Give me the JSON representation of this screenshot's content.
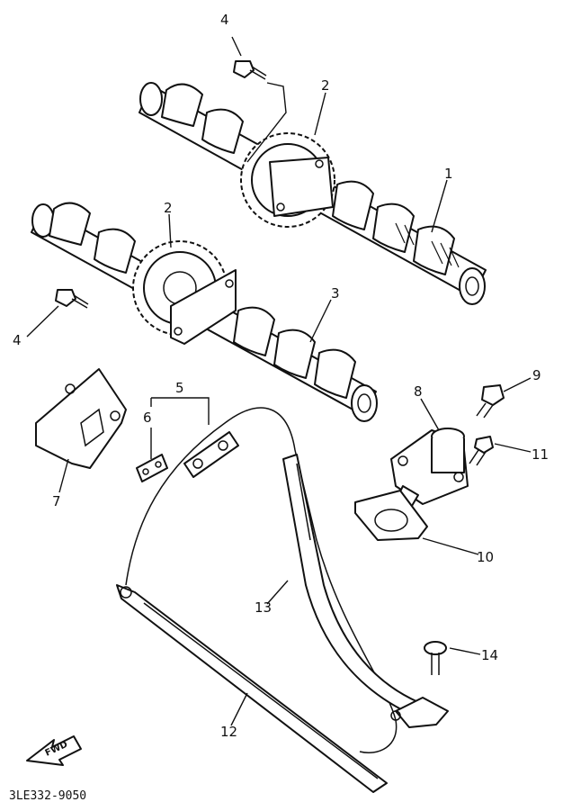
{
  "diagram": {
    "callouts": {
      "c1": "1",
      "c2a": "2",
      "c2b": "2",
      "c3": "3",
      "c4a": "4",
      "c4b": "4",
      "c5": "5",
      "c6": "6",
      "c7": "7",
      "c8": "8",
      "c9": "9",
      "c10": "10",
      "c11": "11",
      "c12": "12",
      "c13": "13",
      "c14": "14"
    },
    "fwd_label": "FWD",
    "diagram_code": "3LE332-9050",
    "colors": {
      "ink": "#111111",
      "paper": "#ffffff"
    }
  }
}
